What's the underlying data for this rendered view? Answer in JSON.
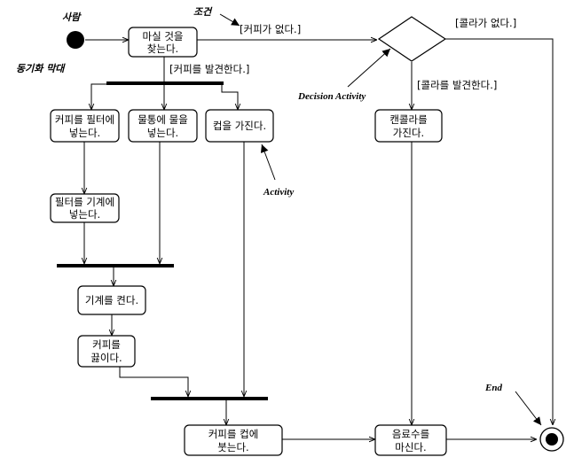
{
  "notes": {
    "person": "사람",
    "condition": "조건",
    "sync_bar": "동기화 막대",
    "decision_activity": "Decision Activity",
    "activity": "Activity",
    "end": "End"
  },
  "activities": {
    "find_drink": [
      "마실 것을",
      "찾는다."
    ],
    "filter_coffee": [
      "커피를 필터에",
      "넣는다."
    ],
    "water_bucket": [
      "물통에 물을",
      "넣는다."
    ],
    "get_cup": [
      "컵을 가진다."
    ],
    "filter_machine": [
      "필터를 기계에",
      "넣는다."
    ],
    "turn_on": [
      "기계를 켠다."
    ],
    "boil_coffee": [
      "커피를",
      "끓이다."
    ],
    "pour_coffee": [
      "커피를 컵에",
      "붓는다."
    ],
    "drink": [
      "음료수를",
      "마신다."
    ],
    "get_cola": [
      "캔콜라를",
      "가진다."
    ]
  },
  "guards": {
    "no_coffee": "[커피가 없다.]",
    "found_coffee": "[커피를 발견한다.]",
    "no_cola": "[콜라가 없다.]",
    "found_cola": "[콜라를 발견한다.]"
  }
}
